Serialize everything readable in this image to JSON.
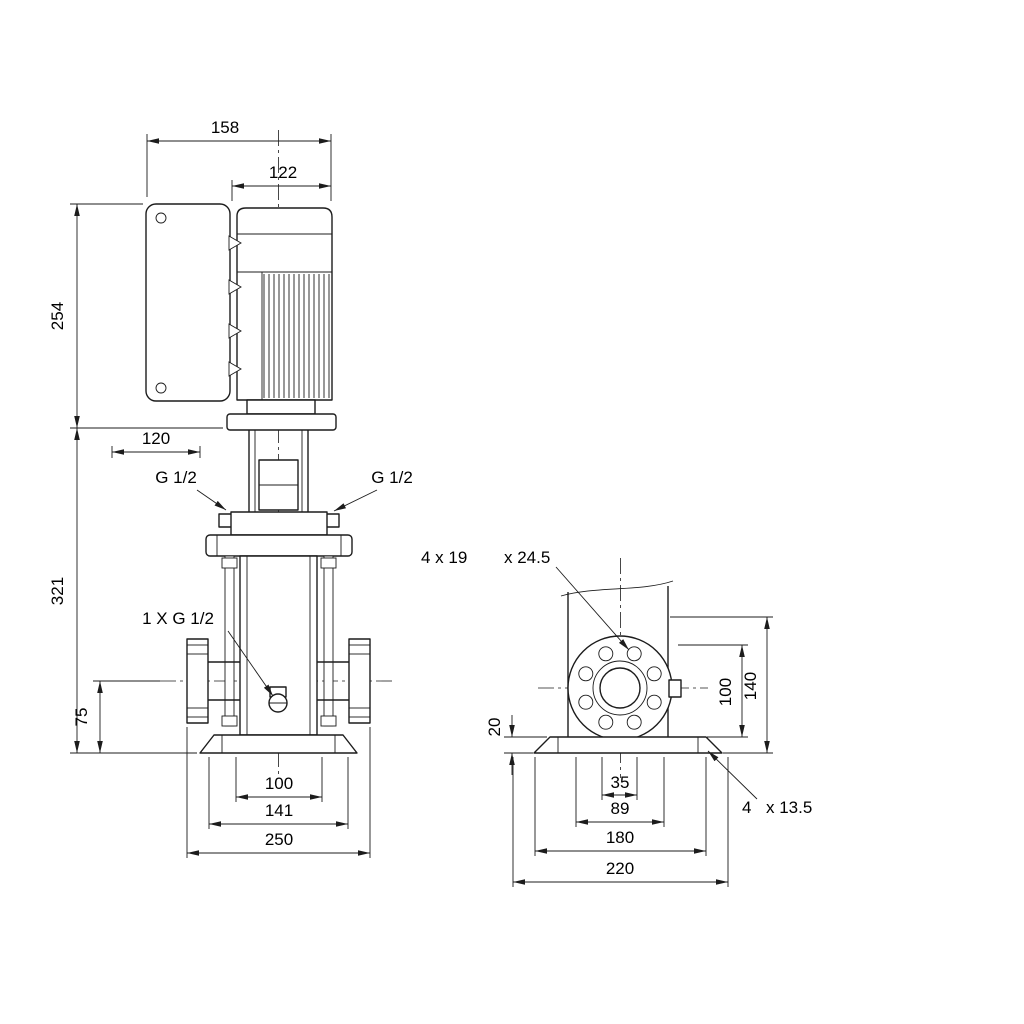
{
  "drawing_title": "Vertical multistage pump dimensional drawing",
  "front": {
    "total_width": "158",
    "motor_width": "122",
    "motor_height": "254",
    "box_offset": "120",
    "pump_height": "321",
    "plug_left": "G 1/2",
    "plug_right": "G 1/2",
    "drain_plug": "1 X G 1/2",
    "port_height": "75",
    "base_bolt_span": "100",
    "base_width": "141",
    "overall_port_span": "250"
  },
  "side": {
    "flange_holes": "4 x 19",
    "flange_hole_depth": "x 24.5",
    "base_height": "20",
    "height_a": "100",
    "height_b": "140",
    "hole_span_inner": "35",
    "hole_span_outer": "89",
    "base_width": "180",
    "base_length": "220",
    "base_holes_count": "4",
    "base_holes_size": "x 13.5"
  }
}
